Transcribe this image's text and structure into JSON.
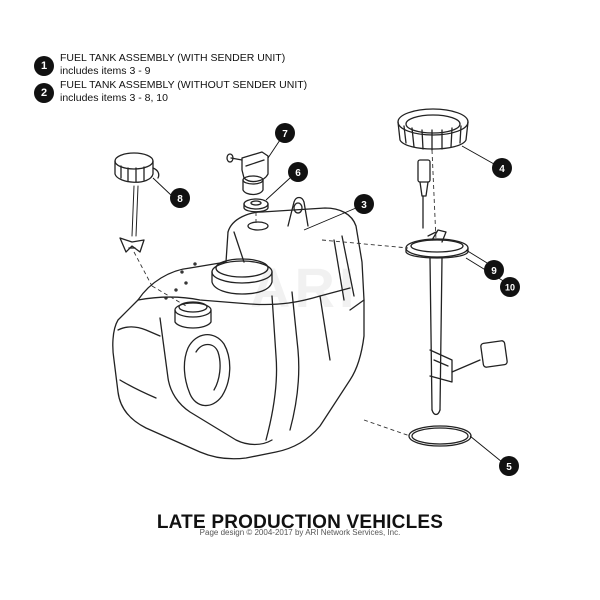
{
  "legend": [
    {
      "number": "1",
      "title": "FUEL TANK ASSEMBLY (WITH SENDER UNIT)",
      "detail": "includes items 3 - 9"
    },
    {
      "number": "2",
      "title": "FUEL TANK ASSEMBLY (WITHOUT SENDER UNIT)",
      "detail": "includes items 3 - 8, 10"
    }
  ],
  "callouts": {
    "c3": "3",
    "c4": "4",
    "c5": "5",
    "c6": "6",
    "c7": "7",
    "c8": "8",
    "c9": "9",
    "c10": "10"
  },
  "title": "LATE PRODUCTION VEHICLES",
  "copyright": "Page design © 2004-2017 by ARI Network Services, Inc.",
  "watermark": "ARI",
  "colors": {
    "line": "#222222",
    "callout_fill": "#111111",
    "callout_text": "#ffffff"
  }
}
